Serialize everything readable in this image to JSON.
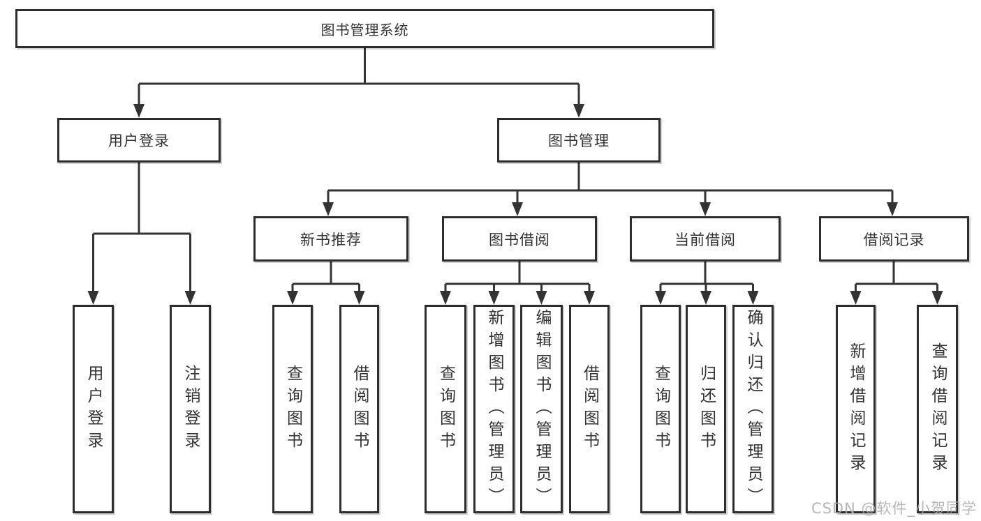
{
  "colors": {
    "background": "#ffffff",
    "line": "#333333",
    "box_border": "#2d2d2d",
    "text": "#333333",
    "watermark": "#aaaaaa"
  },
  "nodes": {
    "root": {
      "label": "图书管理系统"
    },
    "user_login": {
      "label": "用户登录"
    },
    "book_mgmt": {
      "label": "图书管理"
    },
    "new_book_rec": {
      "label": "新书推荐"
    },
    "book_borrow": {
      "label": "图书借阅"
    },
    "current_borrow": {
      "label": "当前借阅"
    },
    "borrow_record": {
      "label": "借阅记录"
    },
    "leaf_user_login": {
      "label": "用户登录"
    },
    "leaf_logout": {
      "label": "注销登录"
    },
    "nbr_query_book": {
      "label": "查询图书"
    },
    "nbr_borrow_book": {
      "label": "借阅图书"
    },
    "bb_query_book": {
      "label": "查询图书"
    },
    "bb_add_book": {
      "label": "新增图书（管理员）"
    },
    "bb_edit_book": {
      "label": "编辑图书（管理员）"
    },
    "bb_borrow_book": {
      "label": "借阅图书"
    },
    "cb_query_book": {
      "label": "查询图书"
    },
    "cb_return_book": {
      "label": "归还图书"
    },
    "cb_confirm_return": {
      "label": "确认归还（管理员）"
    },
    "br_add_record": {
      "label": "新增借阅记录"
    },
    "br_query_record": {
      "label": "查询借阅记录"
    }
  },
  "hierarchy": {
    "图书管理系统": {
      "用户登录": [
        "用户登录",
        "注销登录"
      ],
      "图书管理": {
        "新书推荐": [
          "查询图书",
          "借阅图书"
        ],
        "图书借阅": [
          "查询图书",
          "新增图书（管理员）",
          "编辑图书（管理员）",
          "借阅图书"
        ],
        "当前借阅": [
          "查询图书",
          "归还图书",
          "确认归还（管理员）"
        ],
        "借阅记录": [
          "新增借阅记录",
          "查询借阅记录"
        ]
      }
    }
  },
  "watermark": {
    "text": "CSDN @软件_小贺同学"
  }
}
